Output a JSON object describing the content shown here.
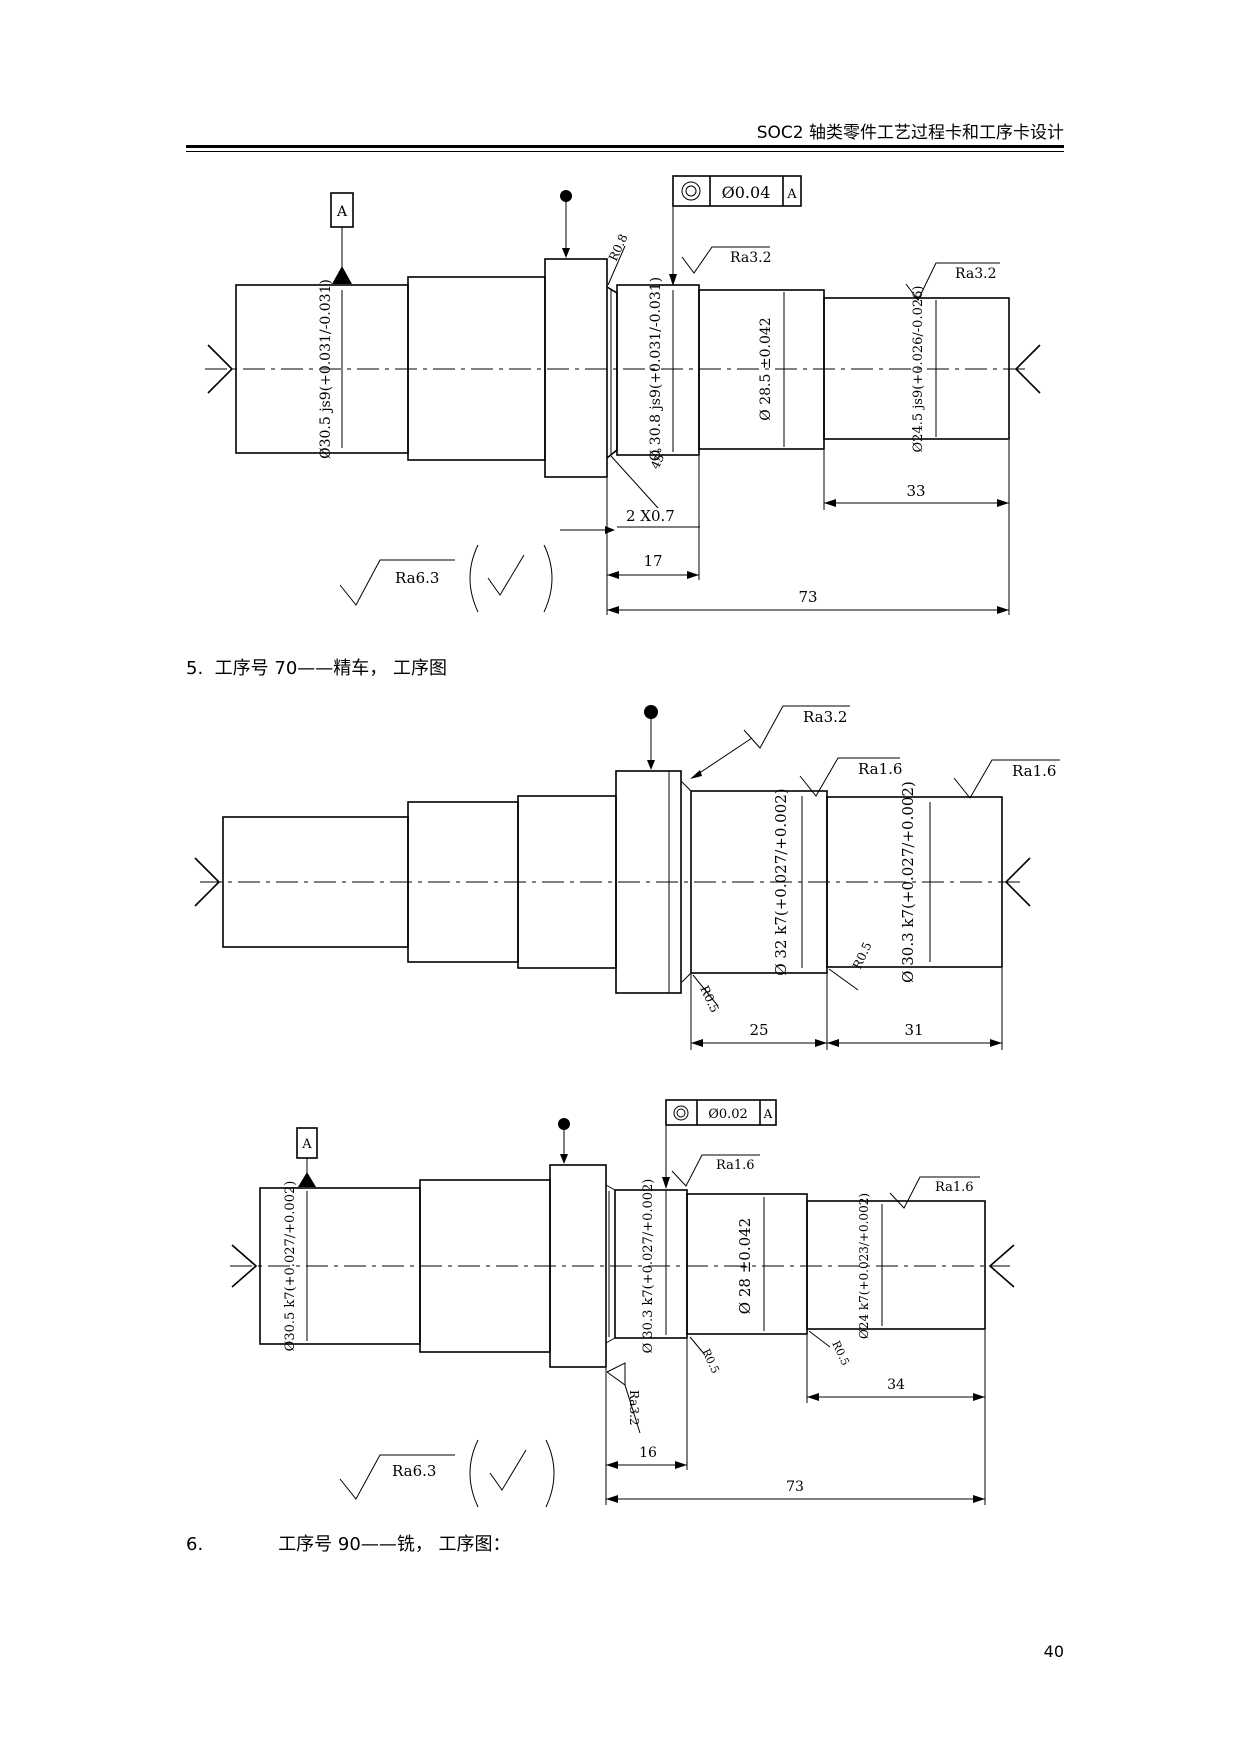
{
  "header": {
    "title": "SOC2 轴类零件工艺过程卡和工序卡设计"
  },
  "captions": {
    "c5": {
      "num": "5.",
      "text": "工序号 70——精车， 工序图"
    },
    "c6": {
      "num": "6.",
      "text": "工序号 90——铣， 工序图："
    }
  },
  "page_number": "40",
  "drawing1": {
    "datum": "A",
    "tolerance": {
      "value": "Ø0.04",
      "datum": "A"
    },
    "dims": {
      "d1": "Ø30.5 js9(+0.031/-0.031)",
      "d2": "Ø 30.8 js9(+0.031/-0.031)",
      "d3": "Ø 28.5 ±0.042",
      "d4": "Ø24.5 js9(+0.026/-0.026)"
    },
    "chamfer": "R0.8",
    "angle": "45°",
    "groove": "2 X0.7",
    "lengths": {
      "l17": "17",
      "l33": "33",
      "l73": "73"
    },
    "roughness": {
      "r1": "Ra3.2",
      "r2": "Ra3.2",
      "general": "Ra6.3"
    }
  },
  "drawing2": {
    "dims": {
      "d1": "Ø 32 k7(+0.027/+0.002)",
      "d2": "Ø 30.3 k7(+0.027/+0.002)"
    },
    "radii": {
      "r1": "R0.5",
      "r2": "R0.5"
    },
    "lengths": {
      "l25": "25",
      "l31": "31"
    },
    "roughness": {
      "r1": "Ra3.2",
      "r2": "Ra1.6",
      "r3": "Ra1.6"
    }
  },
  "drawing3": {
    "datum": "A",
    "tolerance": {
      "value": "Ø0.02",
      "datum": "A"
    },
    "dims": {
      "d1": "Ø30.5 k7(+0.027/+0.002)",
      "d2": "Ø 30.3 k7(+0.027/+0.002)",
      "d3": "Ø 28 ±0.042",
      "d4": "Ø24 k7(+0.023/+0.002)"
    },
    "radii": {
      "r1": "R0.5",
      "r2": "R0.5"
    },
    "lengths": {
      "l16": "16",
      "l34": "34",
      "l73": "73"
    },
    "roughness": {
      "r1": "Ra1.6",
      "r2": "Ra1.6",
      "r3": "Ra3.2",
      "general": "Ra6.3"
    }
  }
}
